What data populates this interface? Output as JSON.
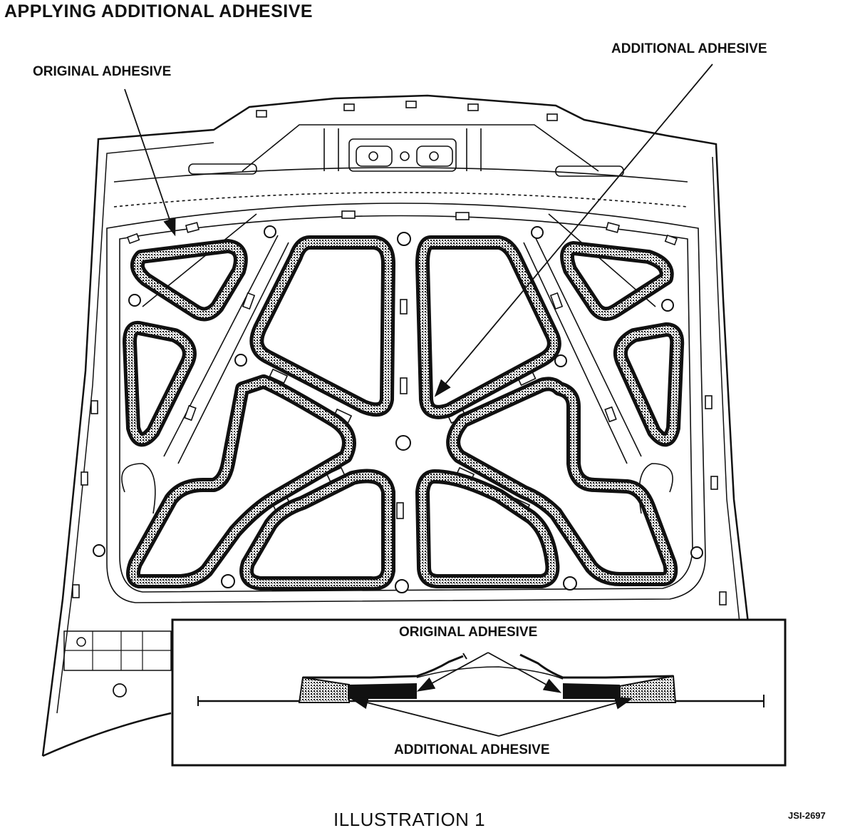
{
  "title": "APPLYING ADDITIONAL ADHESIVE",
  "labels": {
    "original_top": "ORIGINAL ADHESIVE",
    "additional_top": "ADDITIONAL ADHESIVE",
    "original_inset": "ORIGINAL ADHESIVE",
    "additional_inset": "ADDITIONAL ADHESIVE"
  },
  "caption": "ILLUSTRATION 1",
  "figure_code": "JSI-2697",
  "colors": {
    "ink": "#111111",
    "paper": "#ffffff",
    "adhesive_fill": "#8a8a8a"
  }
}
